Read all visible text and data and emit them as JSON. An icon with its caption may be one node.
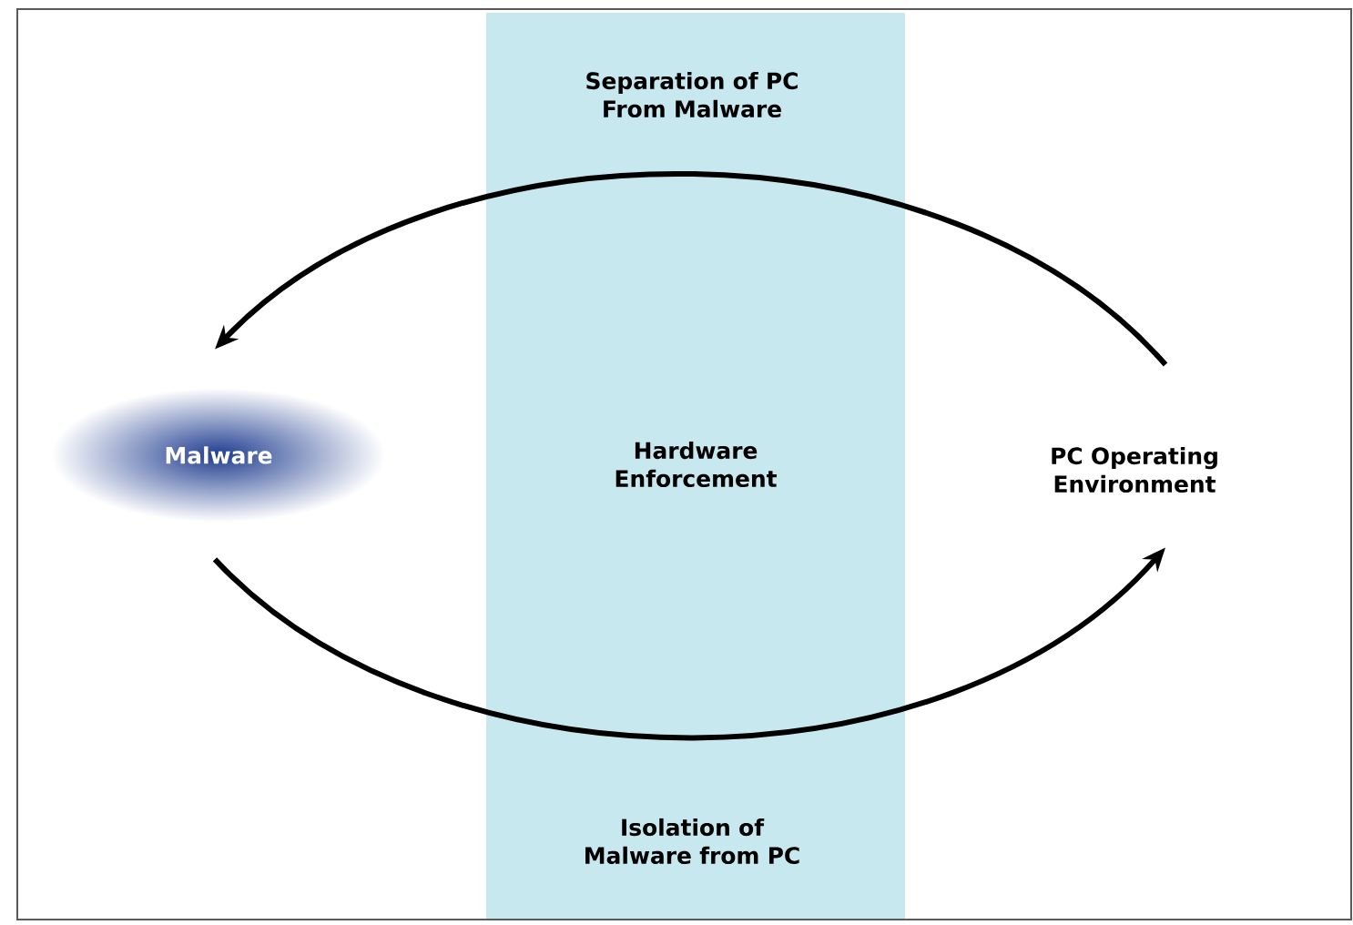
{
  "diagram": {
    "nodes": [
      {
        "text": [
          "Malware"
        ]
      },
      {
        "text": [
          "PC Operating Environment"
        ]
      }
    ],
    "edges": [
      {
        "from": 1,
        "to": 0,
        "arrow": "to",
        "label": "Separation of PC From Malware"
      },
      {
        "from": 0,
        "to": 1,
        "arrow": "to",
        "label": "Isolation of Malware from PC"
      }
    ],
    "labels": [
      "Hardware Enforcement"
    ]
  }
}
